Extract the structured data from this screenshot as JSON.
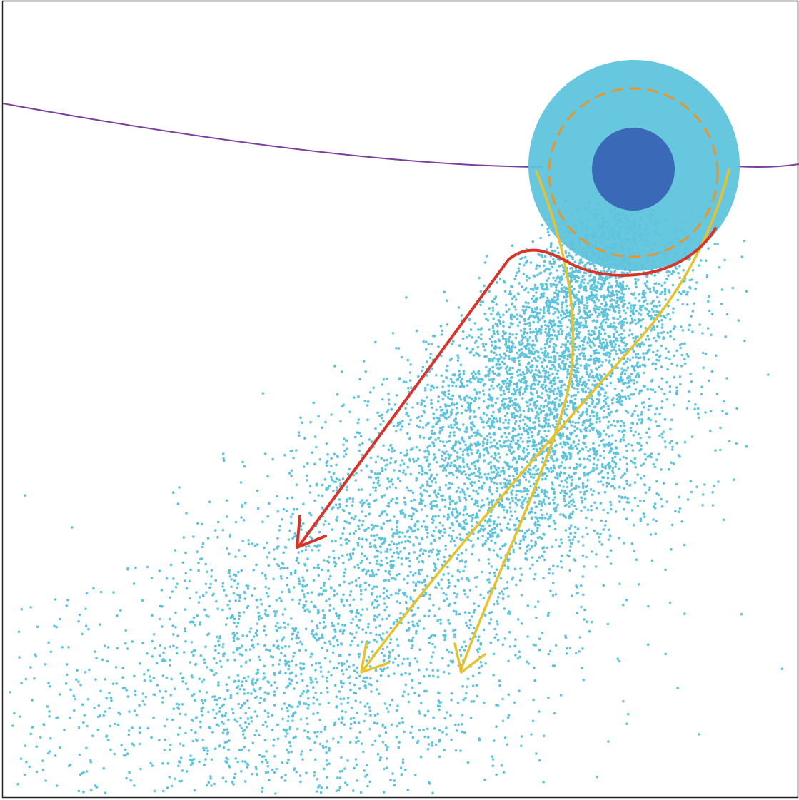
{
  "diagram": {
    "colors": {
      "background": "#ffffff",
      "frame": "#222222",
      "orbit": "#7a3f9a",
      "particle_cloud": "#5ec4dc",
      "central_body": "#3a69b8",
      "dashed_ring": "#e8952a",
      "red_trajectory": "#d9342b",
      "yellow_trajectory": "#e8c22c"
    },
    "elements": [
      "orbit-line",
      "particle-cloud",
      "central-body",
      "dashed-ring",
      "red-trajectory-arrow",
      "yellow-trajectory-arrow-left",
      "yellow-trajectory-arrow-right"
    ]
  }
}
